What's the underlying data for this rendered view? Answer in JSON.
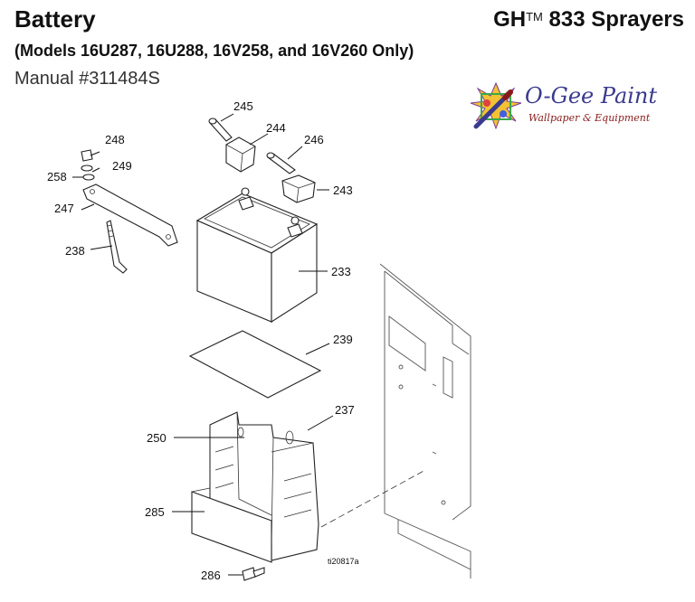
{
  "header": {
    "title": "Battery",
    "subtitle": "(Models 16U287, 16U288, 16V258, and 16V260 Only)",
    "manual": "Manual #311484S",
    "product_prefix": "GH",
    "product_tm": "TM",
    "product_suffix": " 833 Sprayers"
  },
  "logo": {
    "name": "O-Gee Paint",
    "tagline": "Wallpaper & Equipment",
    "icon": "paint-brush-rainbow-icon",
    "colors": {
      "name": "#3a3a8e",
      "tagline": "#8a1a1a"
    }
  },
  "diagram": {
    "reference": "ti20817a",
    "labels": {
      "p245": "245",
      "p244": "244",
      "p246": "246",
      "p248": "248",
      "p249": "249",
      "p258": "258",
      "p243": "243",
      "p247": "247",
      "p238": "238",
      "p233": "233",
      "p239": "239",
      "p237": "237",
      "p250": "250",
      "p285": "285",
      "p286": "286"
    }
  }
}
